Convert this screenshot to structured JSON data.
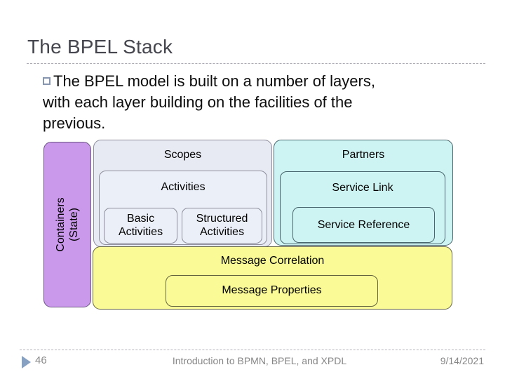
{
  "title": "The BPEL Stack",
  "bullet": {
    "marker_icon": "square-outline",
    "lines": [
      "The BPEL model is built on a number of layers,",
      "with each layer building on the facilities of the",
      "previous."
    ]
  },
  "diagram": {
    "containers": {
      "line1": "Containers",
      "line2": "(State)"
    },
    "scopes_label": "Scopes",
    "activities_label": "Activities",
    "basic": {
      "line1": "Basic",
      "line2": "Activities"
    },
    "structured": {
      "line1": "Structured",
      "line2": "Activities"
    },
    "partners_label": "Partners",
    "service_link_label": "Service Link",
    "service_reference_label": "Service Reference",
    "message_correlation_label": "Message Correlation",
    "message_properties_label": "Message Properties"
  },
  "footer": {
    "page_number": "46",
    "center_text": "Introduction to BPMN, BPEL, and XPDL",
    "date": "9/14/2021"
  },
  "colors": {
    "purple_fill": "#CB99EC",
    "purple_border": "#6A5480",
    "blue_fill": "#E7EAF3",
    "blue_inner_fill": "#EBEFF7",
    "blue_border": "#8D8D9B",
    "cyan_fill": "#CDF4F2",
    "cyan_border": "#47666D",
    "yellow_fill": "#FAFA97",
    "yellow_border": "#64643E",
    "accent_triangle": "#87A1C2"
  }
}
